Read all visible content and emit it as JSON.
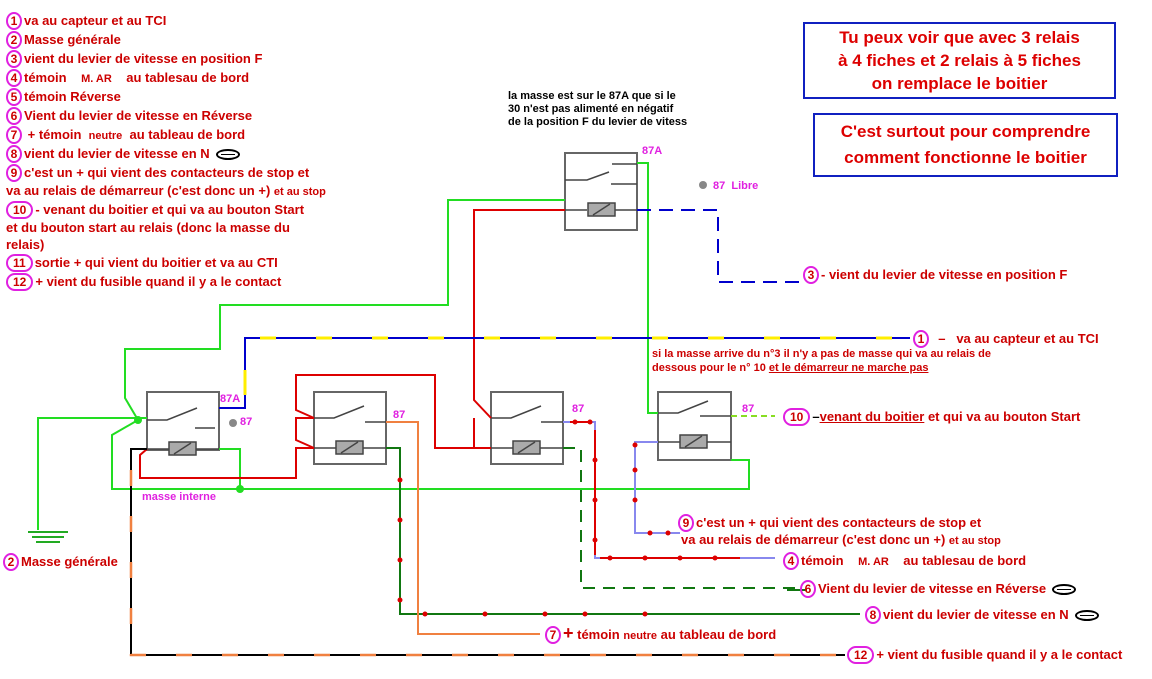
{
  "legend": [
    {
      "num": "1",
      "parts": [
        {
          "t": "va au capteur et au TCI"
        }
      ]
    },
    {
      "num": "2",
      "parts": [
        {
          "t": "Masse générale"
        }
      ]
    },
    {
      "num": "3",
      "parts": [
        {
          "t": "vient du levier de vitesse en position F"
        }
      ]
    },
    {
      "num": "4",
      "parts": [
        {
          "t": "témoin    "
        },
        {
          "t": "M. AR",
          "c": "sm"
        },
        {
          "t": "    au tablesau de bord"
        }
      ]
    },
    {
      "num": "5",
      "parts": [
        {
          "t": "témoin Réverse"
        }
      ]
    },
    {
      "num": "6",
      "parts": [
        {
          "t": "Vient du levier de vitesse en Réverse"
        }
      ]
    },
    {
      "num": "7",
      "parts": [
        {
          "t": " + "
        },
        {
          "t": "témoin  "
        },
        {
          "t": "neutre",
          "c": "sm"
        },
        {
          "t": "  au tableau de bord"
        }
      ]
    },
    {
      "num": "8",
      "parts": [
        {
          "t": "vient du levier de vitesse en N"
        },
        {
          "t": "",
          "c": "ell"
        }
      ]
    },
    {
      "num": "9",
      "parts": [
        {
          "t": "c'est un + qui vient des contacteurs de stop et"
        }
      ]
    },
    {
      "num": "",
      "parts": [
        {
          "t": "va au relais de démarreur (c'est donc un +) "
        },
        {
          "t": "et au stop",
          "c": "sm"
        }
      ]
    },
    {
      "num": "10",
      "parts": [
        {
          "t": "- venant du boitier et qui va au bouton Start"
        }
      ]
    },
    {
      "num": "",
      "parts": [
        {
          "t": "et du bouton start au relais (donc la masse du"
        }
      ]
    },
    {
      "num": "",
      "parts": [
        {
          "t": "relais)"
        }
      ]
    },
    {
      "num": "11",
      "parts": [
        {
          "t": "sortie + qui vient du boitier et va au CTI"
        }
      ]
    },
    {
      "num": "12",
      "parts": [
        {
          "t": "+ vient du fusible quand il y a le contact"
        }
      ]
    }
  ],
  "info_boxes": [
    {
      "lines": [
        "Tu peux voir que avec 3 relais",
        "à 4 fiches et 2 relais à 5 fiches",
        "on remplace le boitier"
      ]
    },
    {
      "lines": [
        "C'est surtout pour comprendre",
        "comment fonctionne le boitier"
      ]
    }
  ],
  "relay_note": [
    "la masse est sur le 87A que si le",
    "30 n'est pas alimenté en négatif",
    "de la position F du levier de vitess"
  ],
  "pins": {
    "r5_87a": "87A",
    "r5_87": "87  Libre",
    "r1_87a": "87A",
    "r1_87": "87",
    "r2_87": "87",
    "r3_87": "87",
    "r4_87": "87"
  },
  "masse_interne": "masse interne",
  "note_n3": {
    "line1": "si la masse arrive du n°3 il n'y a pas de masse qui va au relais de",
    "line2a": "dessous pour le n° 10 ",
    "line2b": "et le démarreur ne marche pas"
  },
  "labels": {
    "l3": {
      "num": "3",
      "text": "- vient du levier de vitesse en position F"
    },
    "l1": {
      "num": "1",
      "dash": "–",
      "text": "va au capteur et au TCI"
    },
    "l10": {
      "num": "10",
      "dash": "–",
      "text_ul": "venant du boitier",
      "text": " et qui va au bouton Start"
    },
    "l9": {
      "num": "9",
      "line1": "c'est un + qui vient des contacteurs de stop et",
      "line2": "va au relais de démarreur (c'est donc un +) ",
      "small": "et au stop"
    },
    "l4": {
      "num": "4",
      "a": "témoin",
      "b": "M. AR",
      "c": "au tablesau de bord"
    },
    "l6": {
      "num": "6",
      "text": "Vient du levier de vitesse en Réverse"
    },
    "l8": {
      "num": "8",
      "text": "vient du levier de vitesse en N"
    },
    "l7": {
      "num": "7",
      "plus": "+",
      "a": " témoin ",
      "b": "neutre",
      "c": " au tableau de bord"
    },
    "l12": {
      "num": "12",
      "text": "+ vient du fusible quand il y a le contact"
    },
    "l2": {
      "num": "2",
      "text": "Masse générale"
    }
  },
  "colors": {
    "text": "#cc0000",
    "pin": "#e020e0",
    "green": "#22dd22",
    "red": "#dd0000",
    "blue": "#0000cc",
    "border": "#1020c0"
  }
}
